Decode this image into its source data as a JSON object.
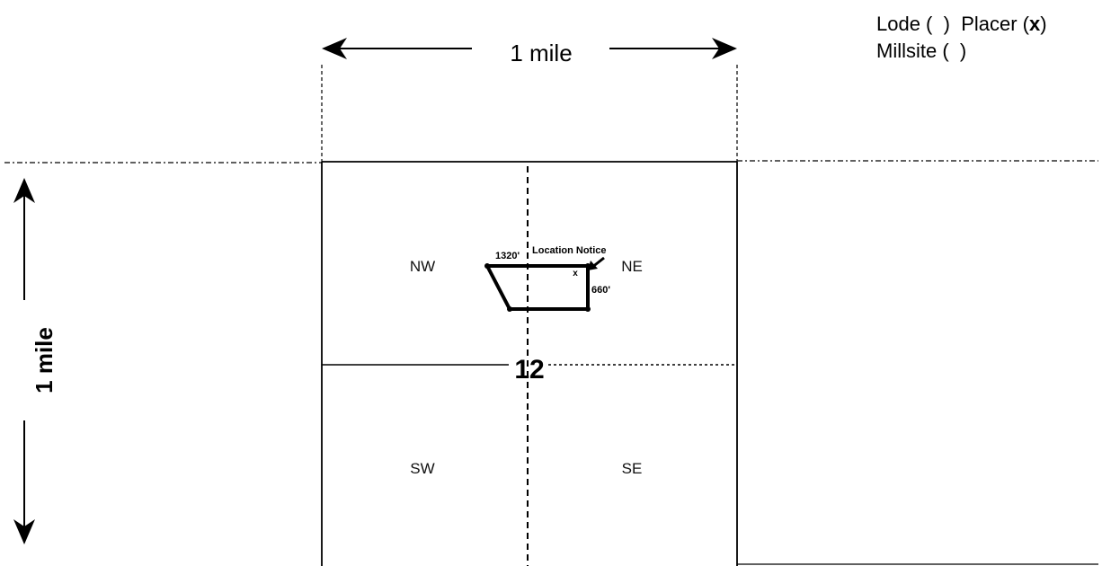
{
  "claim_type": {
    "lode_label": "Lode (",
    "lode_close": ")",
    "placer_label": "Placer (",
    "placer_mark": "x",
    "placer_close": ")",
    "millsite_label": "Millsite (",
    "millsite_close": ")"
  },
  "scale": {
    "horizontal": "1 mile",
    "vertical": "1 mile"
  },
  "section": {
    "number": "12",
    "quarters": {
      "nw": "NW",
      "ne": "NE",
      "sw": "SW",
      "se": "SE"
    }
  },
  "claim": {
    "width_label": "1320'",
    "height_label": "660'",
    "notice_label": "Location Notice",
    "notice_marker": "x"
  }
}
